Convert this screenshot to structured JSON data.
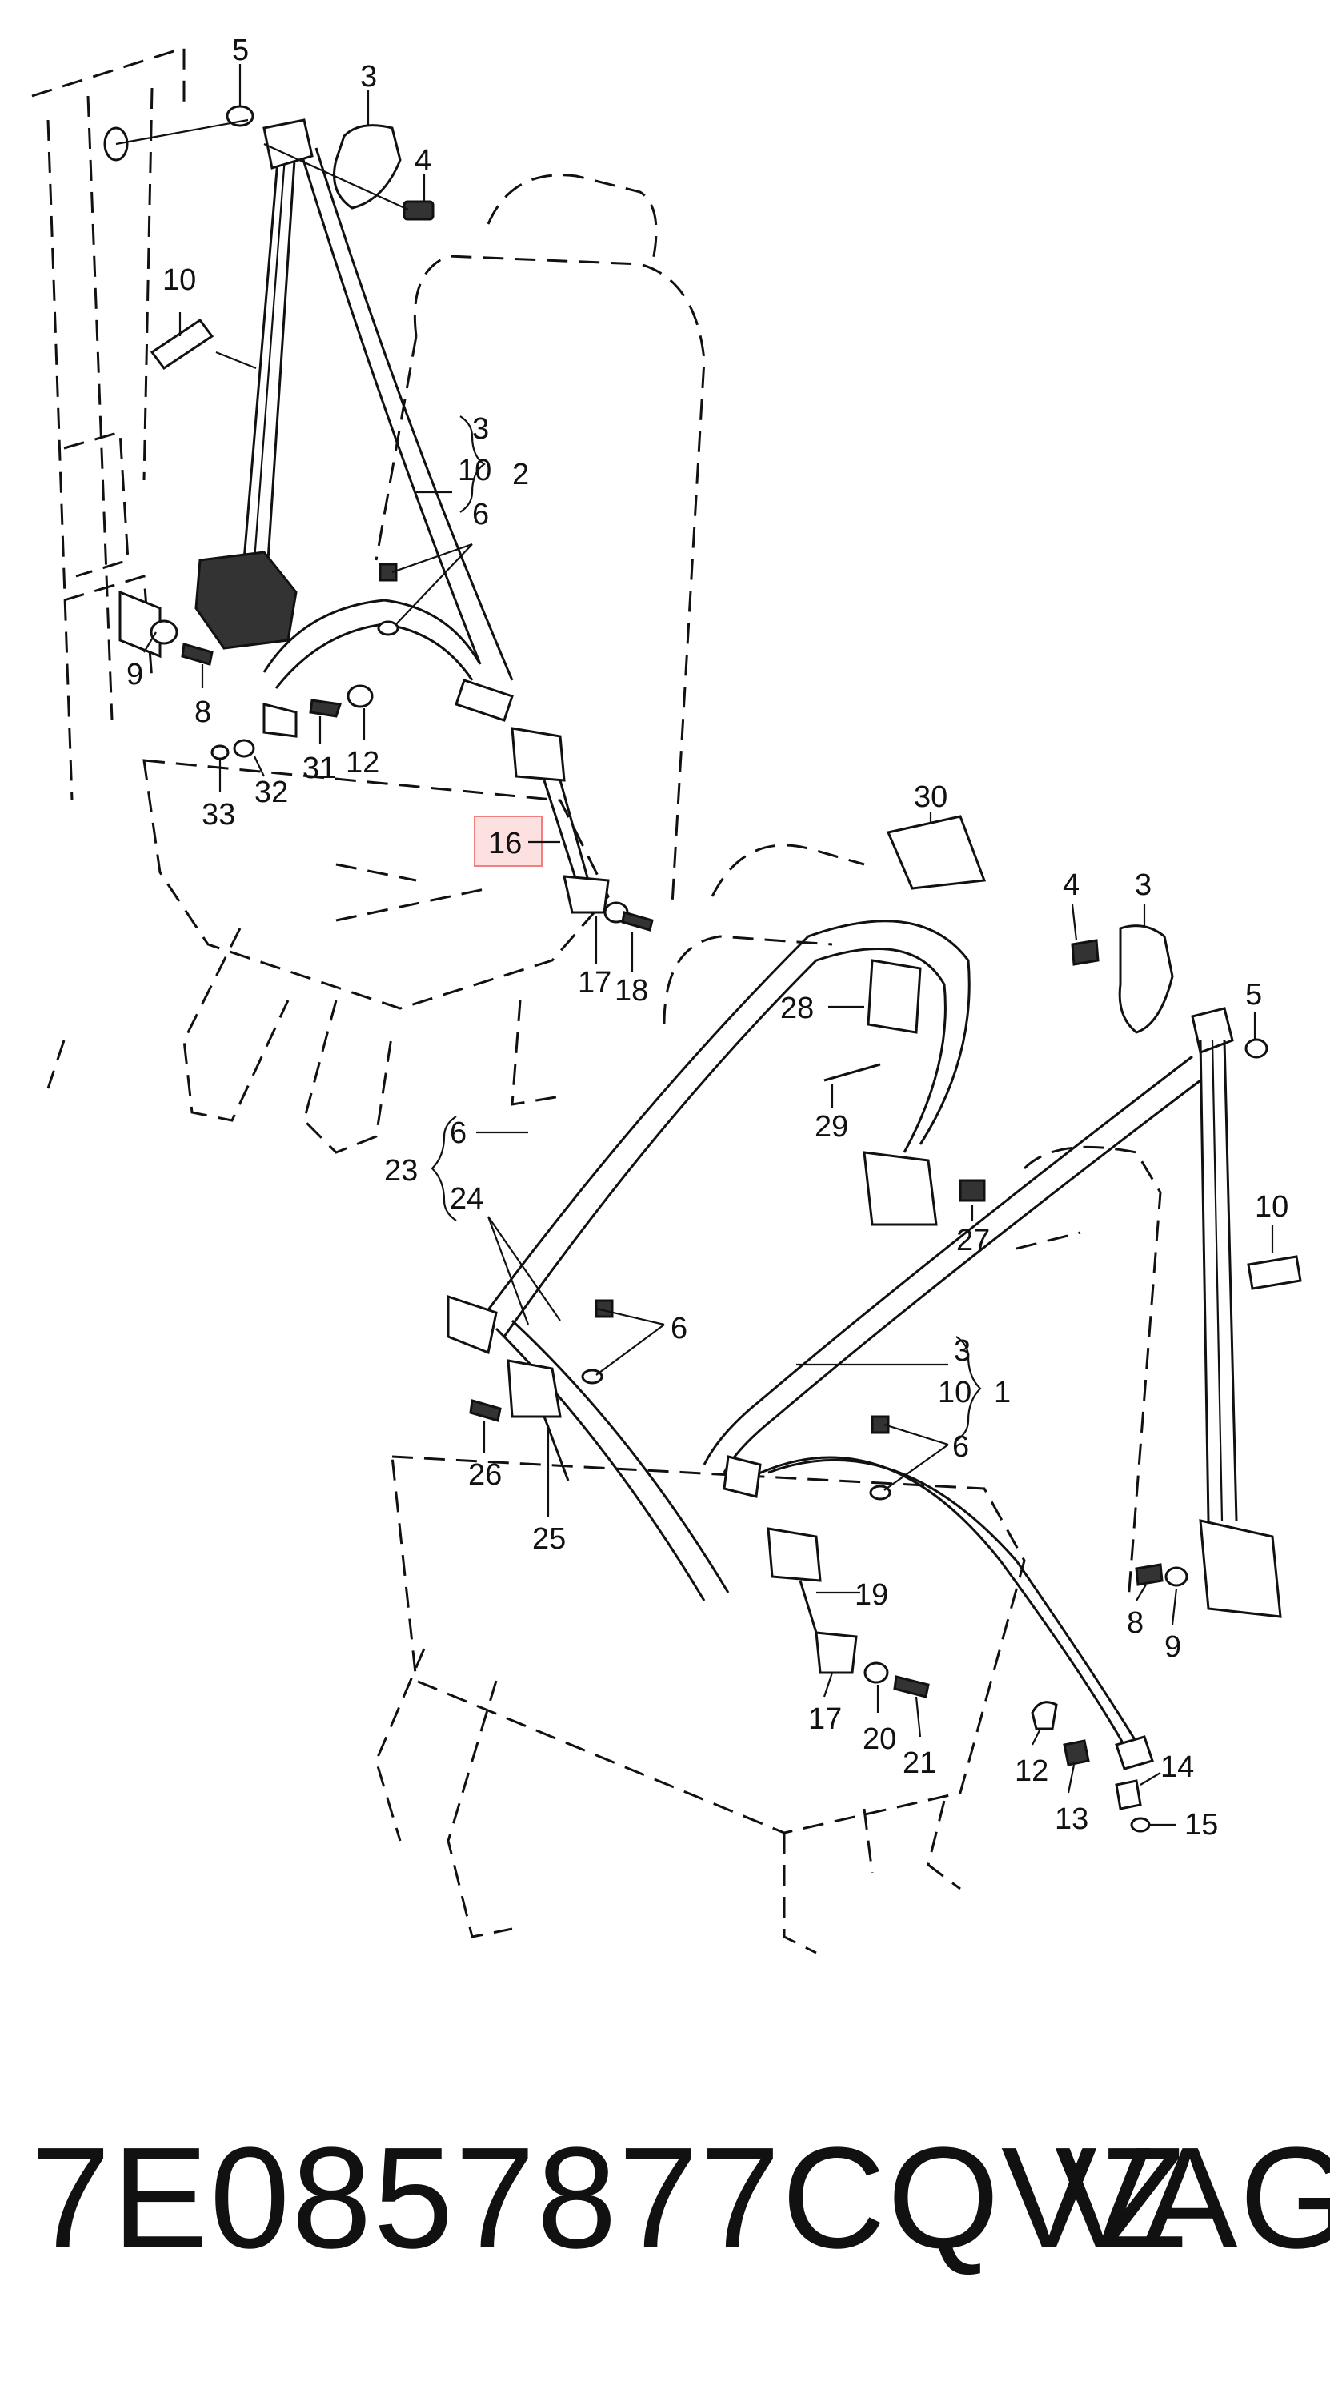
{
  "diagram": {
    "callouts": {
      "c5a": "5",
      "c3a": "3",
      "c4a": "4",
      "c10a": "10",
      "c3b": "3",
      "c10b": "10",
      "c2": "2",
      "c6a": "6",
      "c9a": "9",
      "c8a": "8",
      "c31": "31",
      "c12a": "12",
      "c33": "33",
      "c32": "32",
      "c16": "16",
      "c17a": "17",
      "c18": "18",
      "c30": "30",
      "c4b": "4",
      "c3c": "3",
      "c5b": "5",
      "c28": "28",
      "c29": "29",
      "c27": "27",
      "c10c": "10",
      "c23": "23",
      "c6b": "6",
      "c24": "24",
      "c6c": "6",
      "c26": "26",
      "c25": "25",
      "c3d": "3",
      "c10d": "10",
      "c1": "1",
      "c6d": "6",
      "c8b": "8",
      "c9b": "9",
      "c19": "19",
      "c17b": "17",
      "c20": "20",
      "c21": "21",
      "c12b": "12",
      "c13": "13",
      "c14": "14",
      "c15": "15"
    },
    "highlight_color": "#f08080",
    "highlight_fill": "#fde0e0"
  },
  "caption": {
    "part_number": "7E0857877CQVZ",
    "brand": "VAG"
  }
}
